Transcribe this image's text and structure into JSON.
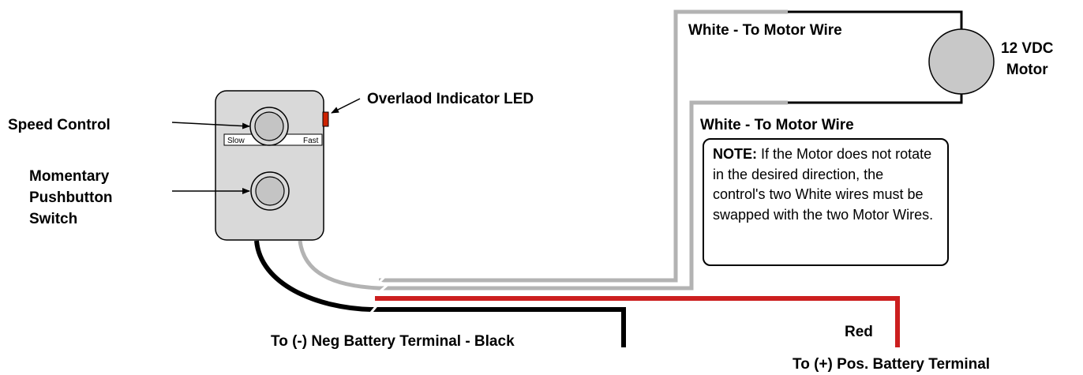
{
  "labels": {
    "speed_control": "Speed Control",
    "pushbutton": "Momentary\nPushbutton\nSwitch",
    "led": "Overlaod Indicator LED",
    "slow": "Slow",
    "fast": "Fast",
    "white_wire_top": "White - To Motor Wire",
    "white_wire_bottom": "White - To Motor Wire",
    "motor": "12 VDC\nMotor",
    "neg_battery": "To (-) Neg Battery Terminal - Black",
    "red": "Red",
    "pos_battery": "To (+) Pos. Battery Terminal"
  },
  "note": {
    "heading": "NOTE:",
    "text": " If the Motor does not rotate in the desired direction, the control's two White wires must be swapped with the two Motor Wires."
  },
  "colors": {
    "white_wire": "#b3b3b3",
    "red_wire": "#cc1f1f",
    "black_wire": "#000000",
    "control_body": "#d9d9d9",
    "motor_body": "#c8c8c8",
    "led": "#cc2200"
  }
}
